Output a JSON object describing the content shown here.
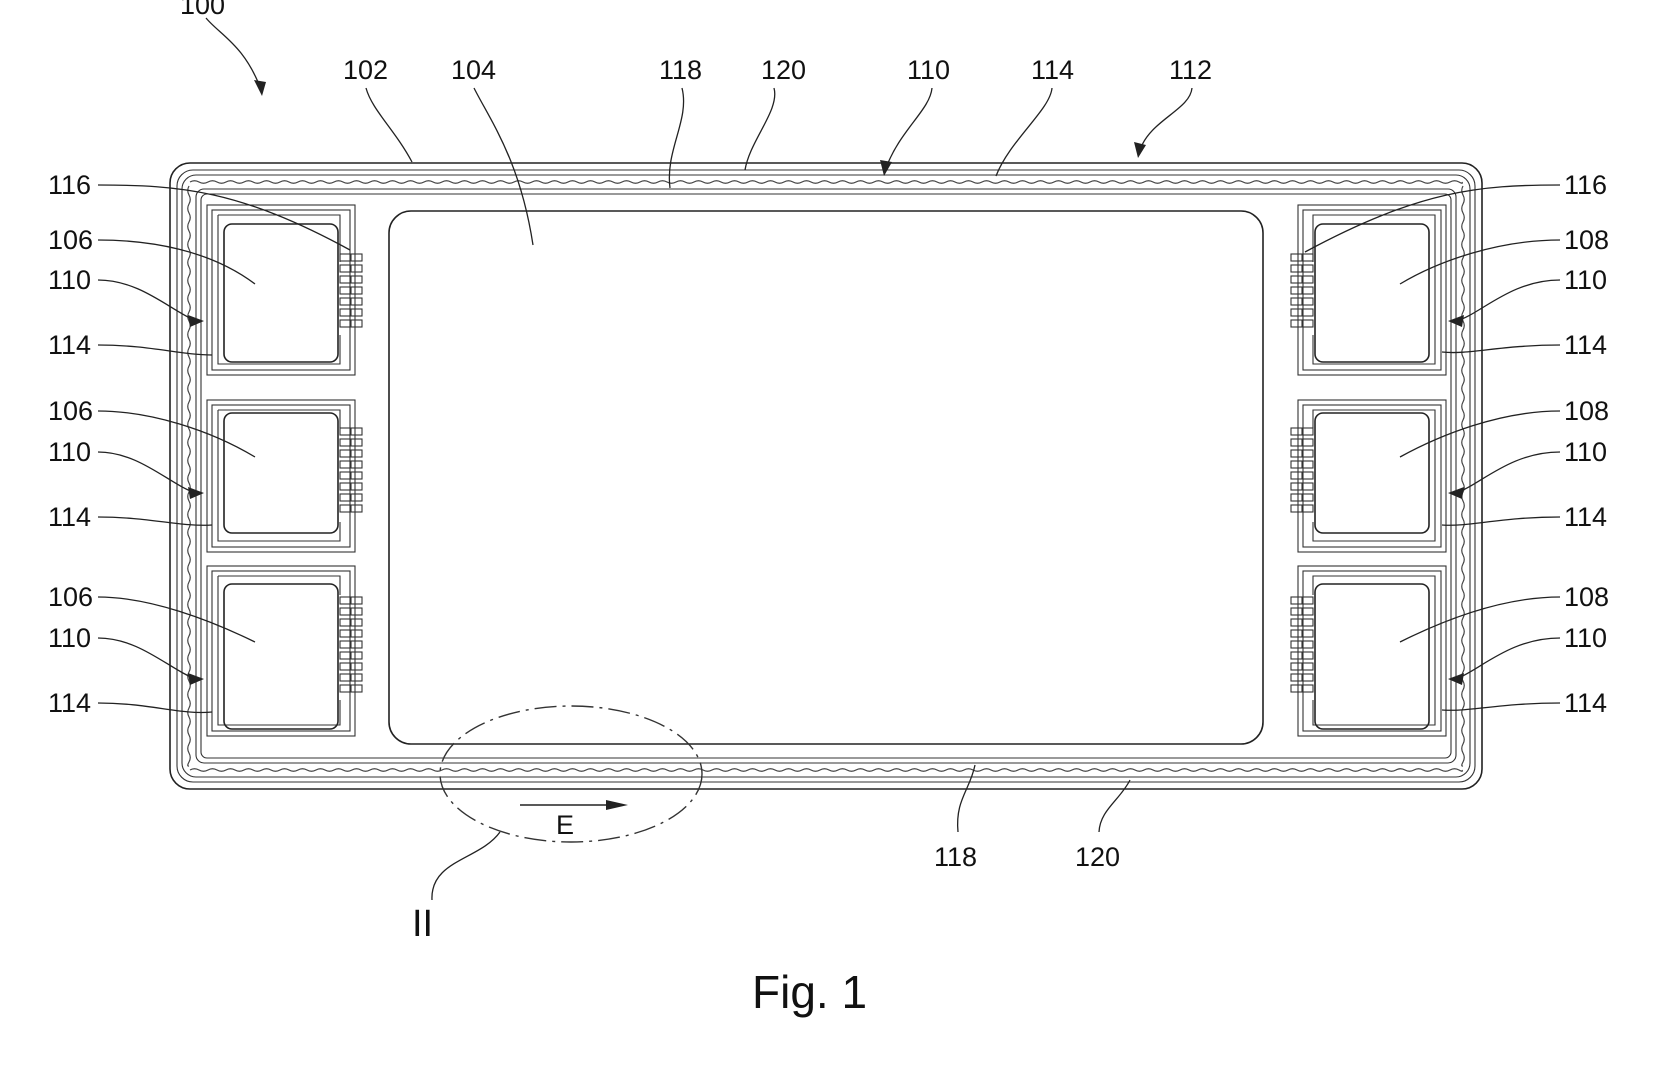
{
  "figure": {
    "caption": "Fig. 1",
    "detail_marker": "II",
    "direction_marker": "E"
  },
  "labels": {
    "ref_100": "100",
    "ref_102": "102",
    "ref_104": "104",
    "ref_106": "106",
    "ref_108": "108",
    "ref_110": "110",
    "ref_112": "112",
    "ref_114": "114",
    "ref_116": "116",
    "ref_118": "118",
    "ref_120": "120"
  },
  "colors": {
    "line": "#222222",
    "background": "#ffffff"
  }
}
